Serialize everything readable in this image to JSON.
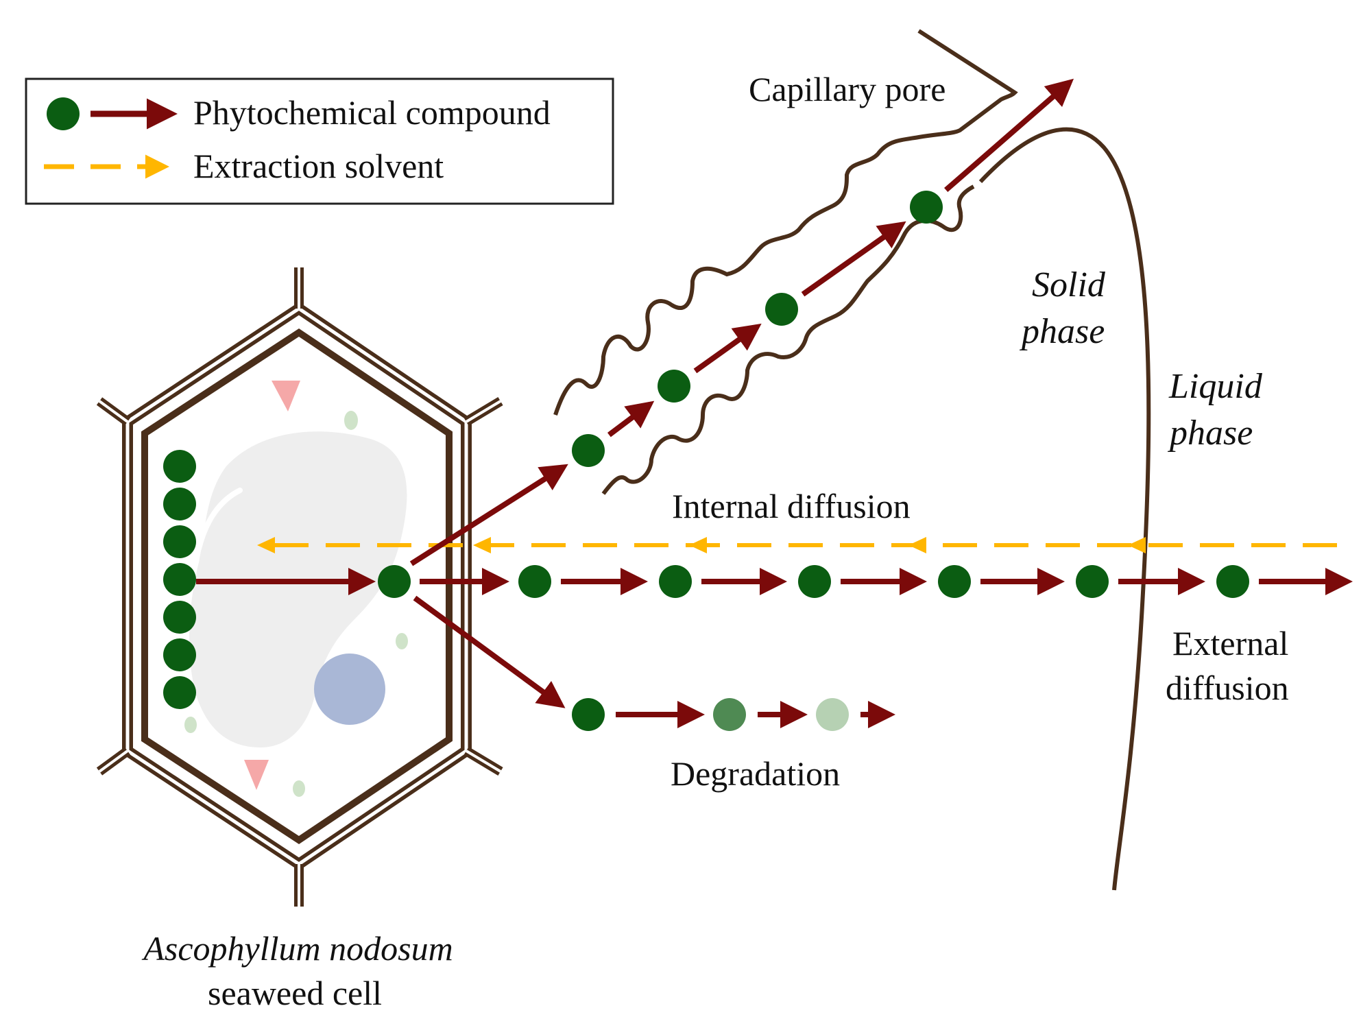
{
  "legend": {
    "compound_label": "Phytochemical compound",
    "solvent_label": "Extraction solvent"
  },
  "labels": {
    "capillary_pore": "Capillary pore",
    "solid_phase_line1": "Solid",
    "solid_phase_line2": "phase",
    "liquid_phase_line1": "Liquid",
    "liquid_phase_line2": "phase",
    "internal_diffusion": "Internal diffusion",
    "external_diffusion_line1": "External",
    "external_diffusion_line2": "diffusion",
    "degradation": "Degradation",
    "cell_caption_line1": "Ascophyllum nodosum",
    "cell_caption_line2": "seaweed cell"
  },
  "colors": {
    "compound_dark": "#0b5d12",
    "compound_mid": "#4f8a53",
    "compound_light": "#b6d1b3",
    "arrow": "#7b0a0a",
    "solvent": "#ffb600",
    "cell_wall": "#4a2e1a",
    "pore": "#4a2e1a",
    "cytoplasm": "#eeeeee",
    "nucleus": "#a9b7d6",
    "vesicle": "#cfe3c9",
    "triangle": "#f5a8a8"
  }
}
